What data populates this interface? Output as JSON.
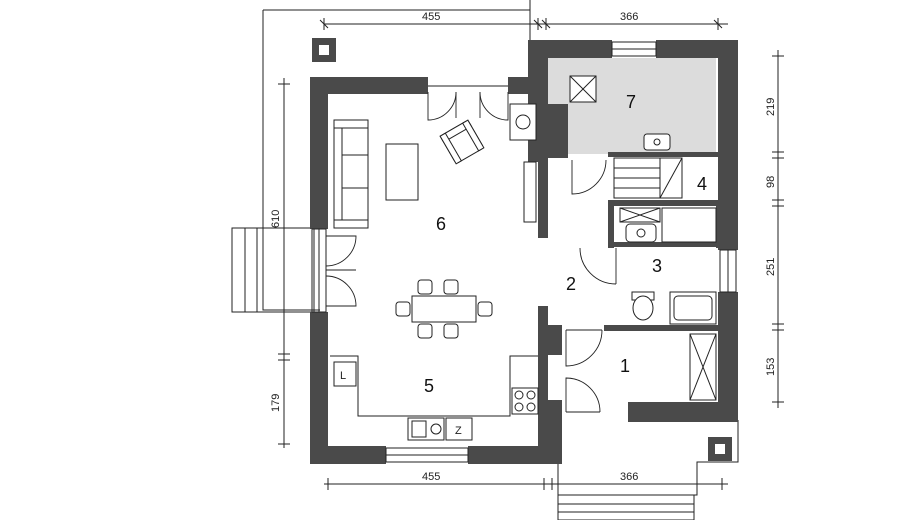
{
  "dimensions": {
    "top_left": "455",
    "top_right": "366",
    "bottom_left": "455",
    "bottom_right": "366",
    "left_upper": "610",
    "left_lower": "179",
    "right_1": "219",
    "right_2": "98",
    "right_3": "251",
    "right_4": "153"
  },
  "rooms": {
    "r1": "1",
    "r2": "2",
    "r3": "3",
    "r4": "4",
    "r5": "5",
    "r6": "6",
    "r7": "7"
  },
  "appliances": {
    "fridge": "L",
    "dishwasher": "Z"
  },
  "colors": {
    "wall": "#4a4a4a",
    "room7_fill": "#dcdcdc"
  }
}
